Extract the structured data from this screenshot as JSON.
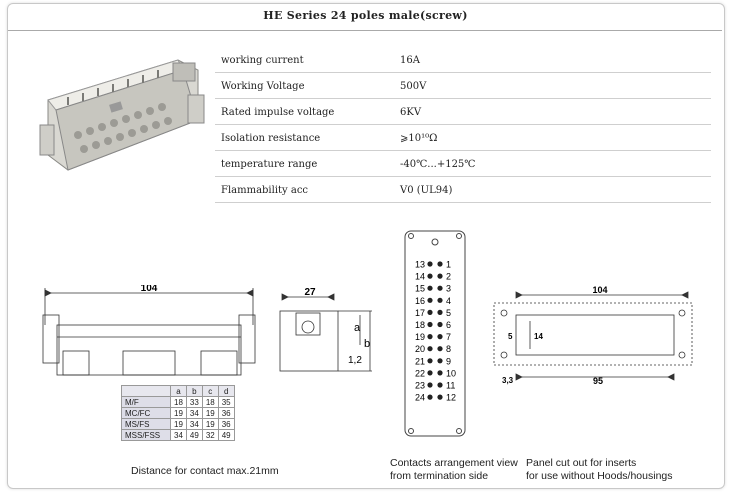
{
  "title": "HE Series 24 poles male(screw)",
  "specs": [
    {
      "key": "working current",
      "value": "16A"
    },
    {
      "key": "Working Voltage",
      "value": "500V"
    },
    {
      "key": "Rated impulse voltage",
      "value": "6KV"
    },
    {
      "key": "Isolation resistance",
      "value": "⩾10¹⁰Ω"
    },
    {
      "key": "temperature range",
      "value": "-40℃...+125℃"
    },
    {
      "key": "Flammability acc",
      "value": "V0 (UL94)"
    }
  ],
  "drawing": {
    "front_width": "104",
    "side_width": "27",
    "side_a": "a",
    "side_b": "b",
    "side_12": "1,2",
    "panel_width": "104",
    "panel_95": "95",
    "panel_14": "14",
    "panel_5": "5",
    "panel_33": "3,3"
  },
  "dim_table": {
    "header": [
      "",
      "a",
      "b",
      "c",
      "d"
    ],
    "rows": [
      [
        "M/F",
        "18",
        "33",
        "18",
        "35"
      ],
      [
        "MC/FC",
        "19",
        "34",
        "19",
        "36"
      ],
      [
        "MS/FS",
        "19",
        "34",
        "19",
        "36"
      ],
      [
        "MSS/FSS",
        "34",
        "49",
        "32",
        "49"
      ]
    ]
  },
  "contacts_left": [
    "13",
    "14",
    "15",
    "16",
    "17",
    "18",
    "19",
    "20",
    "21",
    "22",
    "23",
    "24"
  ],
  "contacts_right": [
    "1",
    "2",
    "3",
    "4",
    "5",
    "6",
    "7",
    "8",
    "9",
    "10",
    "11",
    "12"
  ],
  "captions": {
    "distance": "Distance for contact max.21mm",
    "contacts_1": "Contacts arrangement view",
    "contacts_2": "from termination side",
    "panel_1": "Panel cut out for inserts",
    "panel_2": "for use without Hoods/housings"
  }
}
